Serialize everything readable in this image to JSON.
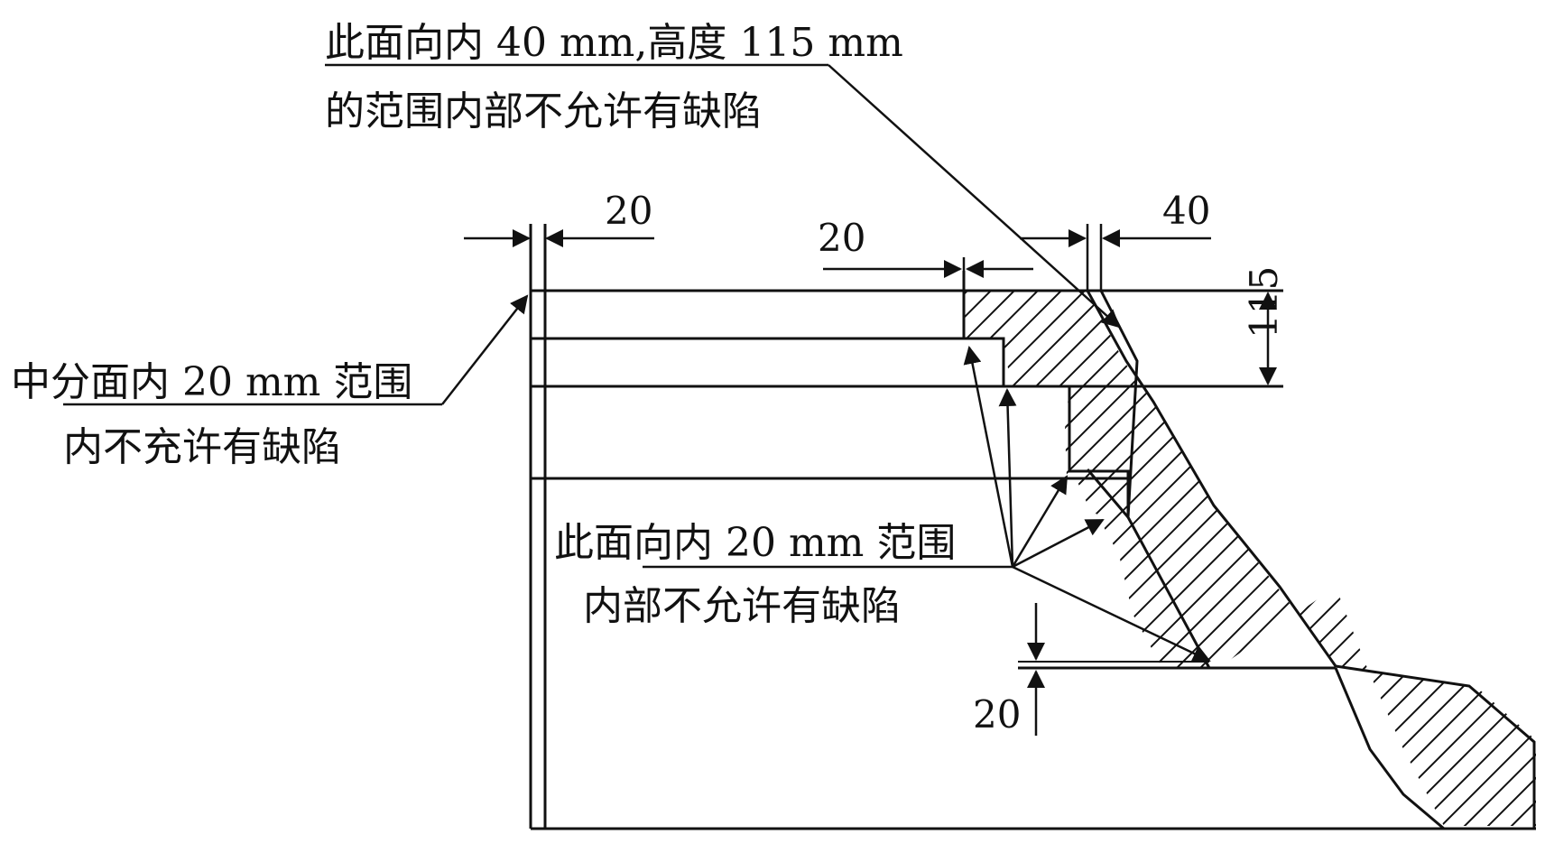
{
  "annotations": {
    "top_line1": "此面向内 40 mm,高度 115 mm",
    "top_line2": "的范围内部不允许有缺陷",
    "left_line1": "中分面内 20 mm 范围",
    "left_line2": "内不充许有缺陷",
    "mid_line1": "此面向内 20 mm 范围",
    "mid_line2": "内部不允许有缺陷"
  },
  "dimensions": {
    "left_20": "20",
    "step_20": "20",
    "top_40": "40",
    "height_115": "115",
    "bottom_20": "20"
  }
}
